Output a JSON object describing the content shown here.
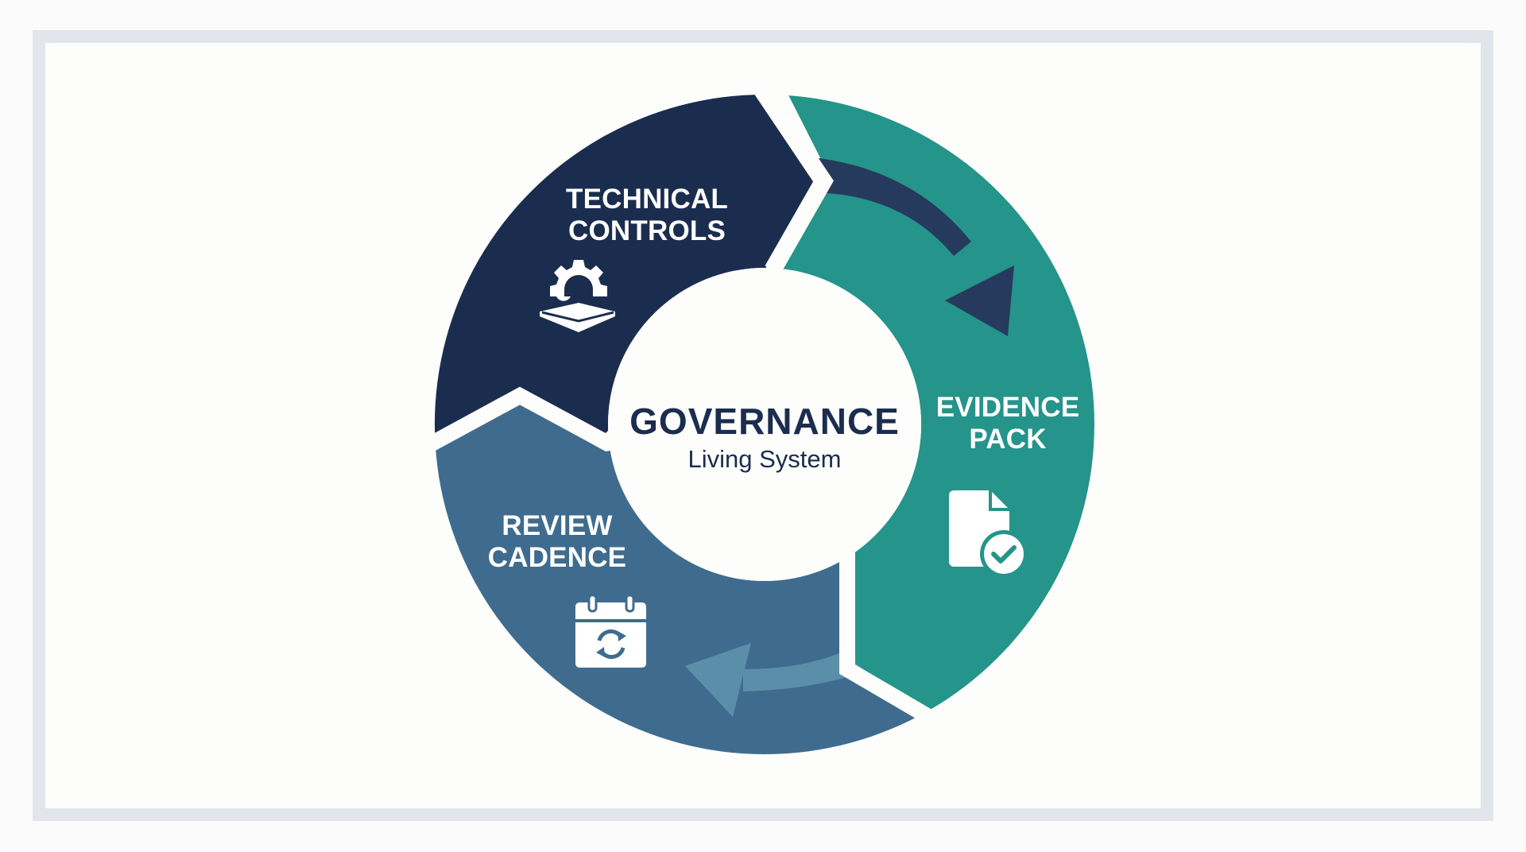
{
  "diagram": {
    "type": "cycle",
    "center": {
      "title": "GOVERNANCE",
      "subtitle": "Living System"
    },
    "segments": [
      {
        "id": "technical-controls",
        "line1": "TECHNICAL",
        "line2": "CONTROLS",
        "icon": "gear-platform-icon",
        "color": "#1b2d4f"
      },
      {
        "id": "evidence-pack",
        "line1": "EVIDENCE",
        "line2": "PACK",
        "icon": "document-check-icon",
        "color": "#25948a"
      },
      {
        "id": "review-cadence",
        "line1": "REVIEW",
        "line2": "CADENCE",
        "icon": "calendar-refresh-icon",
        "color": "#3f6c8e"
      }
    ],
    "flow_arrows": [
      {
        "from": "technical-controls",
        "to": "evidence-pack",
        "direction": "clockwise",
        "color": "#263a5e"
      },
      {
        "from": "evidence-pack",
        "to": "review-cadence",
        "direction": "clockwise",
        "color": "#5b8fa9"
      }
    ],
    "frame_color": "#e2e5ec",
    "background": "#fdfdfc"
  }
}
